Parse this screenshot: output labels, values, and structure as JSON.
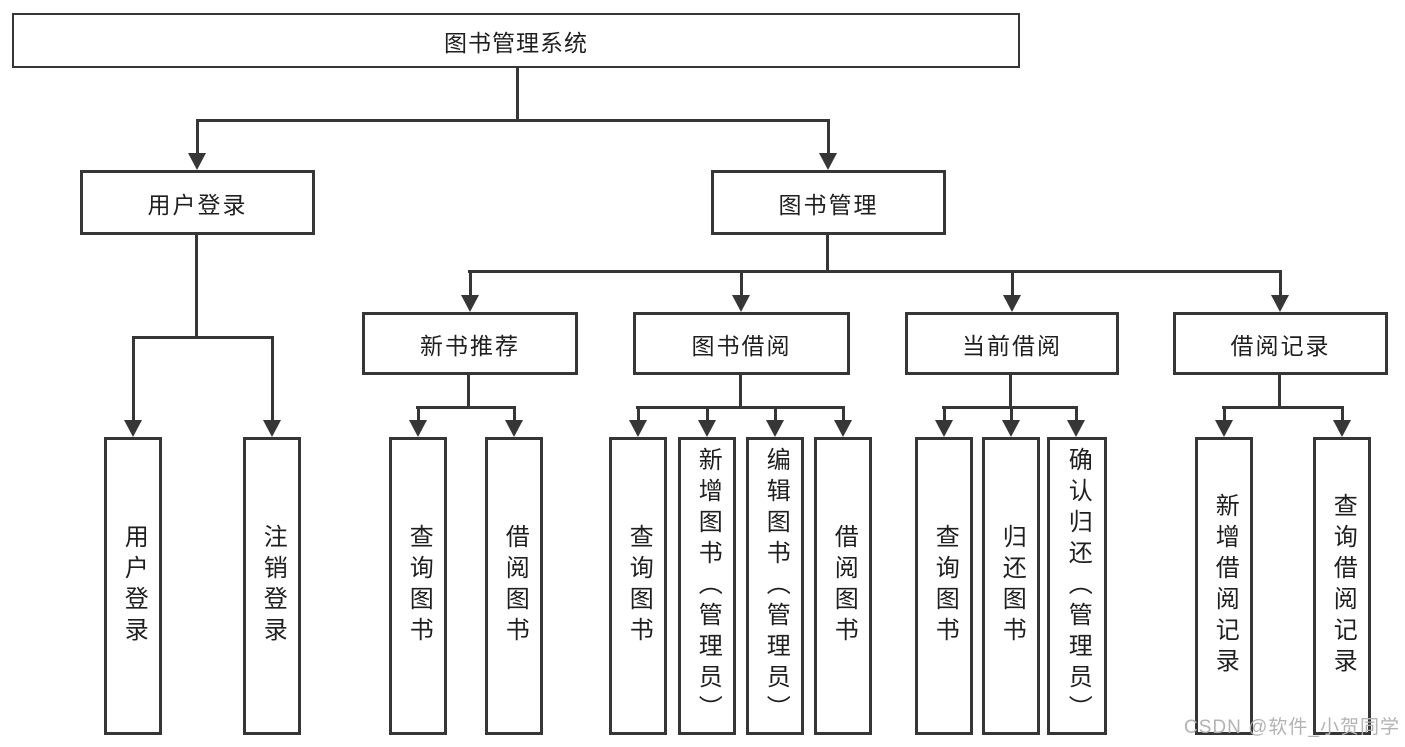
{
  "diagram": {
    "root": "图书管理系统",
    "user_login_branch": {
      "label": "用户登录",
      "children": [
        "用户登录",
        "注销登录"
      ]
    },
    "book_mgmt_branch": {
      "label": "图书管理",
      "groups": [
        {
          "label": "新书推荐",
          "children": [
            "查询图书",
            "借阅图书"
          ]
        },
        {
          "label": "图书借阅",
          "children": [
            "查询图书",
            "新增图书（管理员）",
            "编辑图书（管理员）",
            "借阅图书"
          ]
        },
        {
          "label": "当前借阅",
          "children": [
            "查询图书",
            "归还图书",
            "确认归还（管理员）"
          ]
        },
        {
          "label": "借阅记录",
          "children": [
            "新增借阅记录",
            "查询借阅记录"
          ]
        }
      ]
    }
  },
  "watermark": "CSDN @软件_小贺同学",
  "colors": {
    "line": "#363636",
    "text": "#1f1f1f",
    "watermark": "#b3b3b3",
    "background": "#ffffff"
  }
}
